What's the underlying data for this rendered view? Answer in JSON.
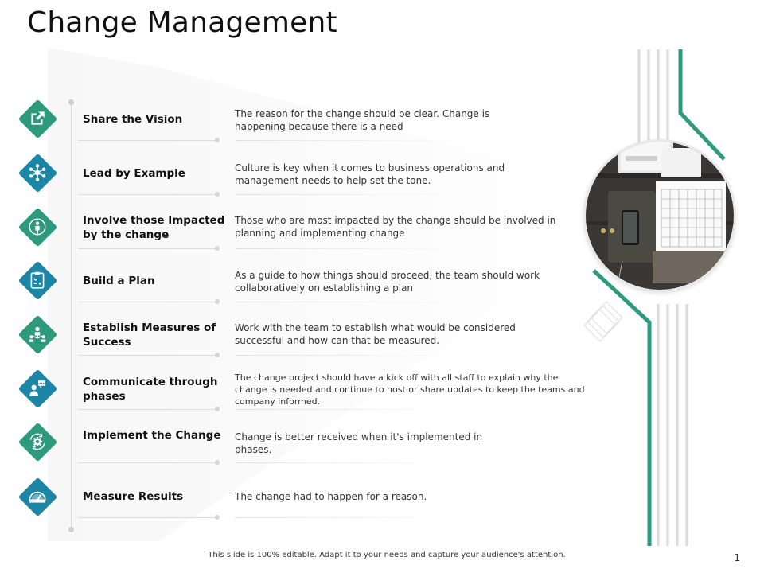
{
  "title": "Change Management",
  "accent_color": "#2e9a7d",
  "accent_color_2": "#1c86a6",
  "items": [
    {
      "label": "Share the Vision",
      "description": "The reason for the change should be clear. Change is happening  because there is a need",
      "icon": "share-icon",
      "color": "#2e9a7d"
    },
    {
      "label": "Lead by Example",
      "description": "Culture is key when it comes to business operations and management  needs to help set the tone.",
      "icon": "network-icon",
      "color": "#1c86a6"
    },
    {
      "label": "Involve those Impacted by the change",
      "description": "Those who are most impacted by the change should be involved in planning and implementing change",
      "icon": "person-target-icon",
      "color": "#2e9a7d"
    },
    {
      "label": "Build a Plan",
      "description": "As a guide to how things should proceed, the team should work collaboratively on establishing a plan",
      "icon": "clipboard-plan-icon",
      "color": "#1c86a6"
    },
    {
      "label": "Establish Measures of Success",
      "description": "Work with the team to establish what would be considered successful and how can that be measured.",
      "icon": "team-icon",
      "color": "#2e9a7d"
    },
    {
      "label": "Communicate through phases",
      "description": "The change project should have a kick off with all staff to explain why the change is needed and  continue to host or share updates to keep the teams and company informed.",
      "icon": "chat-person-icon",
      "color": "#1c86a6"
    },
    {
      "label": "Implement the Change",
      "description": "Change  is better received when it's implemented in phases.",
      "icon": "gear-cycle-icon",
      "color": "#2e9a7d"
    },
    {
      "label": "Measure Results",
      "description": "The change had to happen  for a reason.",
      "icon": "gauge-icon",
      "color": "#1c86a6"
    }
  ],
  "footer": "This slide is 100% editable. Adapt it to your needs and capture your audience's attention.",
  "page_number": "1"
}
